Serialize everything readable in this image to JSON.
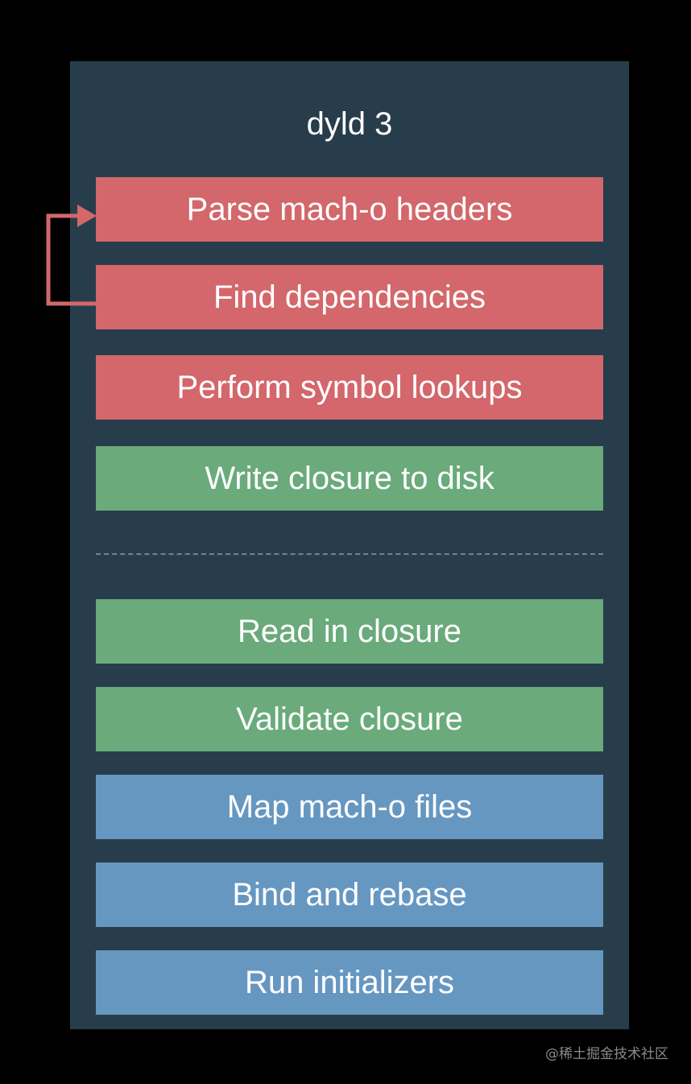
{
  "diagram": {
    "title": "dyld 3",
    "steps": [
      {
        "label": "Parse mach-o headers",
        "color": "#d3676b"
      },
      {
        "label": "Find dependencies",
        "color": "#d3676b"
      },
      {
        "label": "Perform symbol lookups",
        "color": "#d3676b"
      },
      {
        "label": "Write closure to disk",
        "color": "#6aaa7b"
      },
      {
        "label": "Read in closure",
        "color": "#6aaa7b"
      },
      {
        "label": "Validate closure",
        "color": "#6aaa7b"
      },
      {
        "label": "Map mach-o files",
        "color": "#6697c1"
      },
      {
        "label": "Bind and rebase",
        "color": "#6697c1"
      },
      {
        "label": "Run initializers",
        "color": "#6697c1"
      }
    ],
    "loop_arrow": {
      "from": "Find dependencies",
      "to": "Parse mach-o headers",
      "color": "#d3676b"
    },
    "panel_color": "#283d4b"
  },
  "watermark": "@稀土掘金技术社区"
}
